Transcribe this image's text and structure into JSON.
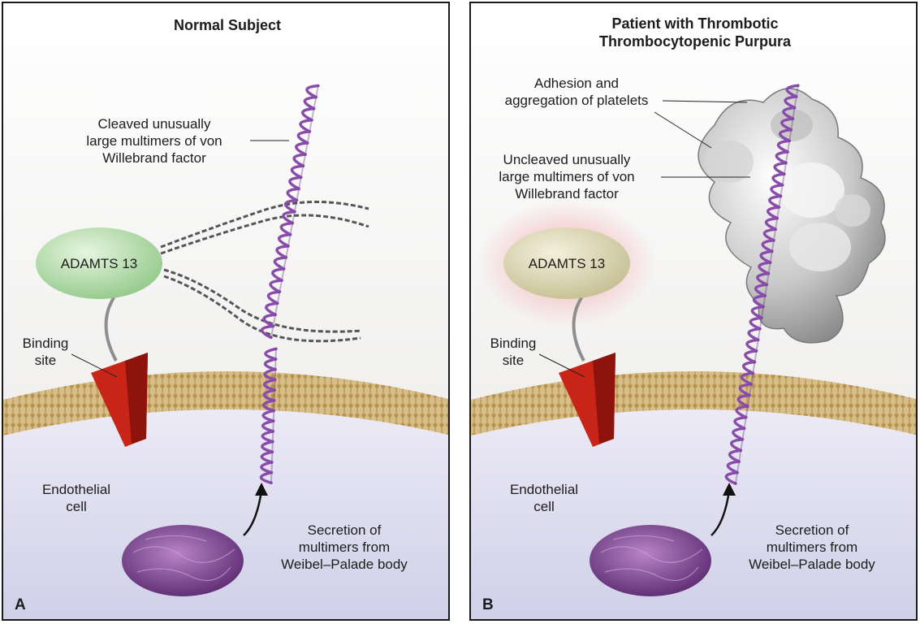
{
  "panels": {
    "a": {
      "letter": "A",
      "title": "Normal Subject",
      "multimer_label": [
        "Cleaved unusually",
        "large multimers of von",
        "Willebrand factor"
      ],
      "enzyme": "ADAMTS 13",
      "binding_label": [
        "Binding",
        "site"
      ],
      "cell_label": [
        "Endothelial",
        "cell"
      ],
      "secretion_label": [
        "Secretion of",
        "multimers from",
        "Weibel–Palade body"
      ],
      "enzyme_color": "#b9dfae"
    },
    "b": {
      "letter": "B",
      "title": [
        "Patient with Thrombotic",
        "Thrombocytopenic Purpura"
      ],
      "platelet_label": [
        "Adhesion and",
        "aggregation of platelets"
      ],
      "multimer_label": [
        "Uncleaved unusually",
        "large multimers of von",
        "Willebrand factor"
      ],
      "enzyme": "ADAMTS 13",
      "binding_label": [
        "Binding",
        "site"
      ],
      "cell_label": [
        "Endothelial",
        "cell"
      ],
      "secretion_label": [
        "Secretion of",
        "multimers from",
        "Weibel–Palade body"
      ],
      "enzyme_color": "#ddd8b8",
      "glow_color": "#f3a6a6"
    }
  },
  "colors": {
    "coil": "#8a4cab",
    "membrane": "#c9a86f",
    "receptor": "#c92418",
    "cell": "#dcdcef",
    "nucleus": "#7a3d8f"
  }
}
